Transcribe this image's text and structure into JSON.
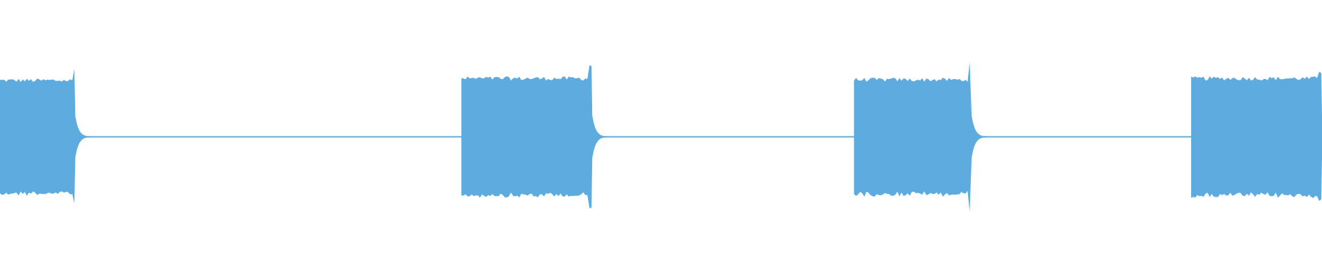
{
  "waveform": {
    "color": "#5eacdf",
    "background": "#ffffff",
    "amplitude_scale": 1.0,
    "bursts": [
      {
        "start": 0.0,
        "end": 0.057,
        "amplitude": 0.85,
        "onset_spike": 0.0,
        "tail_spike": 1.02
      },
      {
        "start": 0.349,
        "end": 0.448,
        "amplitude": 0.88,
        "onset_spike": 0.0,
        "tail_spike": 1.09
      },
      {
        "start": 0.646,
        "end": 0.735,
        "amplitude": 0.86,
        "onset_spike": 0.0,
        "tail_spike": 1.11
      },
      {
        "start": 0.901,
        "end": 1.0,
        "amplitude": 0.88,
        "onset_spike": 0.0,
        "tail_spike": 1.0
      }
    ],
    "quiet_level": 0.012
  }
}
